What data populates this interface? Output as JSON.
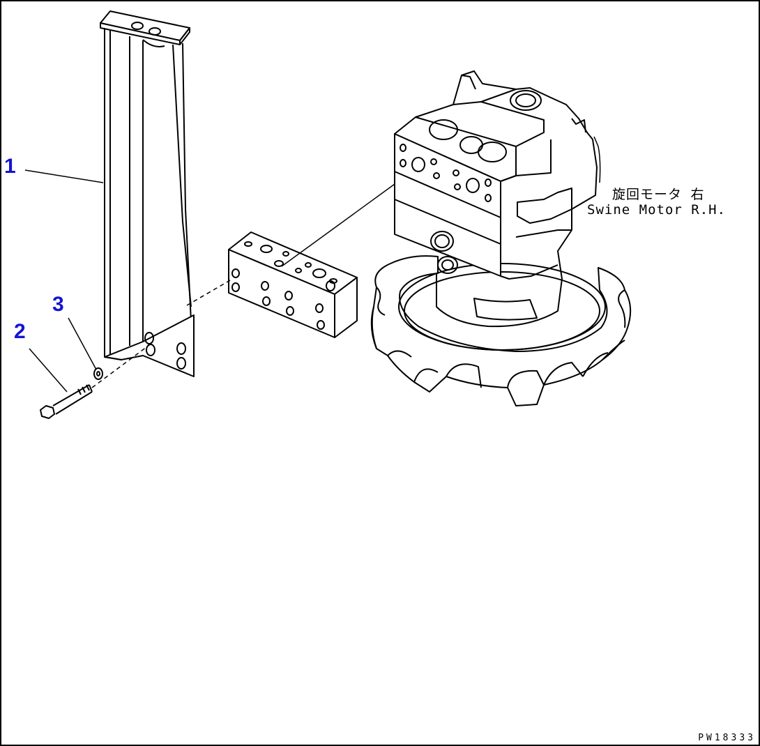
{
  "callouts": [
    {
      "id": "1",
      "text": "1"
    },
    {
      "id": "2",
      "text": "2"
    },
    {
      "id": "3",
      "text": "3"
    }
  ],
  "label": {
    "jp": "旋回モータ 右",
    "en": "Swine Motor R.H."
  },
  "drawing_code": "PW18333",
  "colors": {
    "callout": "#1414d4",
    "line": "#000000",
    "border": "#000000",
    "background": "#ffffff"
  }
}
